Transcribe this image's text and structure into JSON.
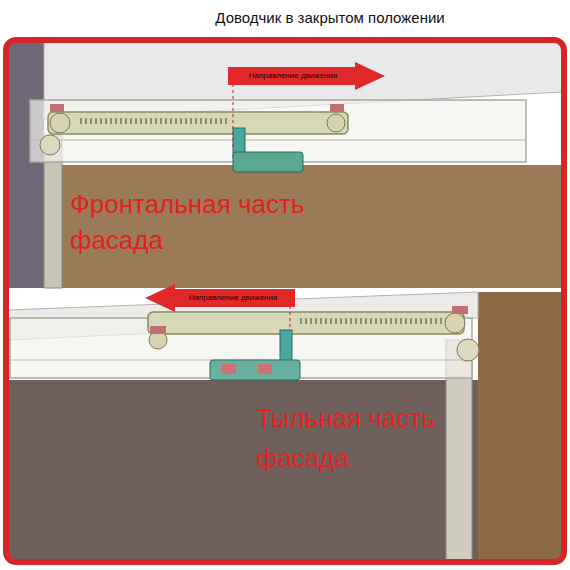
{
  "diagram": {
    "title": "Доводчик в закрытом положении",
    "labels": [
      "Направление движения",
      "Фронтальная часть фасада",
      "Направление движения",
      "Тыльная часть фасада"
    ]
  }
}
